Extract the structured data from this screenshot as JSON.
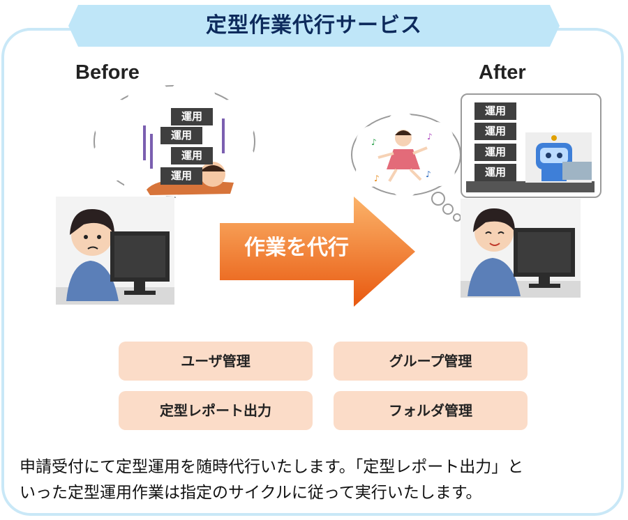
{
  "title": "定型作業代行サービス",
  "before_label": "Before",
  "after_label": "After",
  "arrow_label": "作業を代行",
  "block_label": "運用",
  "services": [
    "ユーザ管理",
    "グループ管理",
    "定型レポート出力",
    "フォルダ管理"
  ],
  "description": [
    "申請受付にて定型運用を随時代行いたします。「定型レポート出力」と",
    "いった定型運用作業は指定のサイクルに従って実行いたします。"
  ],
  "colors": {
    "frame": "#c9e8f7",
    "banner": "#bfe6f8",
    "arrow_start": "#fbb36a",
    "arrow_end": "#e8580f",
    "tag": "#fbdcc8"
  }
}
